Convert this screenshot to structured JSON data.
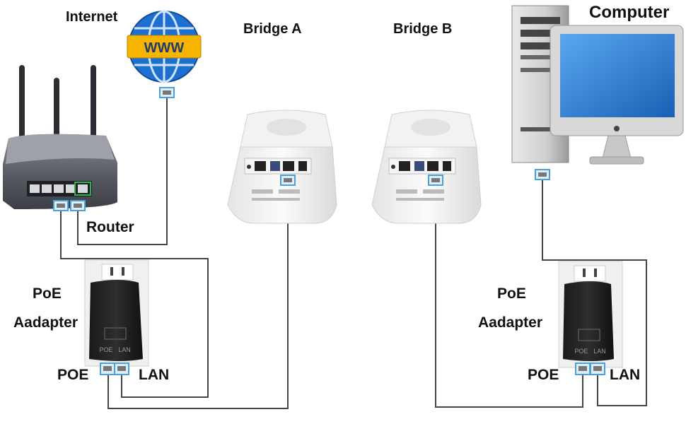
{
  "labels": {
    "internet": "Internet",
    "globe_badge": "WWW",
    "bridge_a": "Bridge A",
    "bridge_b": "Bridge B",
    "computer": "Computer",
    "router": "Router",
    "left_poe_line1": "PoE",
    "left_poe_line2": "Aadapter",
    "left_port_poe": "POE",
    "left_port_lan": "LAN",
    "right_poe_line1": "PoE",
    "right_poe_line2": "Aadapter",
    "right_port_poe": "POE",
    "right_port_lan": "LAN",
    "adapter_port_poe": "POE",
    "adapter_port_lan": "LAN"
  },
  "colors": {
    "cable": "#444444",
    "globe": "#1f6fd1",
    "globe_badge": "#f4b400",
    "connector": "#4aa3d8"
  }
}
